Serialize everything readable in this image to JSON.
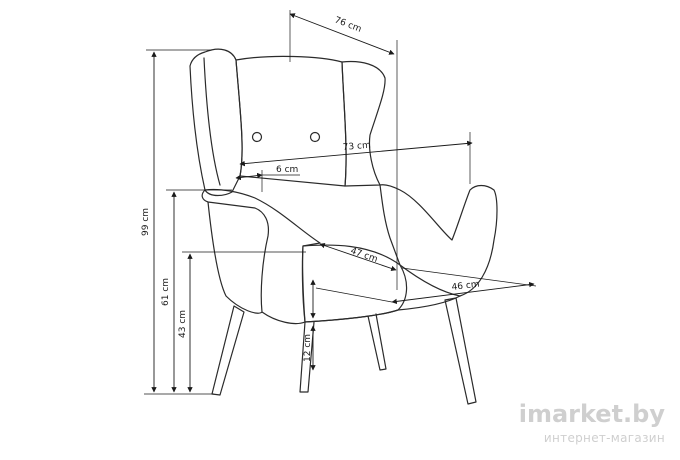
{
  "dimensions": {
    "width_top": "76 cm",
    "seat_depth_total": "73 cm",
    "armrest_width": "6 cm",
    "seat_depth": "47 cm",
    "seat_width": "46 cm",
    "total_height": "99 cm",
    "arm_height": "61 cm",
    "seat_height": "43 cm",
    "leg_clearance": "12 cm"
  },
  "watermark": {
    "brand": "imarket.by",
    "tagline": "интернет-магазин"
  },
  "colors": {
    "line": "#2b2b2b",
    "watermark": "#cfcfcf"
  }
}
